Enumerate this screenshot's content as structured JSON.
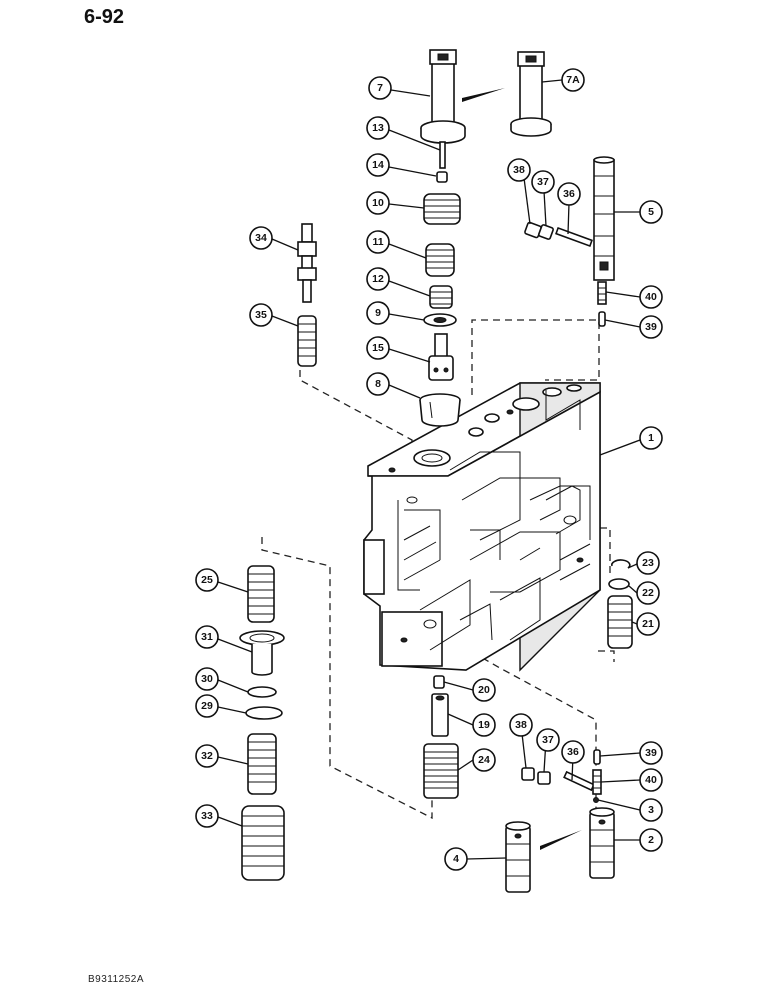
{
  "page_number": "6-92",
  "figure_code": "B9311252A",
  "callouts": [
    {
      "id": "c7",
      "label": "7"
    },
    {
      "id": "c7a",
      "label": "7A"
    },
    {
      "id": "c13",
      "label": "13"
    },
    {
      "id": "c14",
      "label": "14"
    },
    {
      "id": "c10",
      "label": "10"
    },
    {
      "id": "c11",
      "label": "11"
    },
    {
      "id": "c12",
      "label": "12"
    },
    {
      "id": "c9",
      "label": "9"
    },
    {
      "id": "c15",
      "label": "15"
    },
    {
      "id": "c8",
      "label": "8"
    },
    {
      "id": "c34",
      "label": "34"
    },
    {
      "id": "c35",
      "label": "35"
    },
    {
      "id": "c38a",
      "label": "38"
    },
    {
      "id": "c37a",
      "label": "37"
    },
    {
      "id": "c36a",
      "label": "36"
    },
    {
      "id": "c5",
      "label": "5"
    },
    {
      "id": "c40a",
      "label": "40"
    },
    {
      "id": "c39a",
      "label": "39"
    },
    {
      "id": "c1",
      "label": "1"
    },
    {
      "id": "c23",
      "label": "23"
    },
    {
      "id": "c22",
      "label": "22"
    },
    {
      "id": "c21",
      "label": "21"
    },
    {
      "id": "c25",
      "label": "25"
    },
    {
      "id": "c31",
      "label": "31"
    },
    {
      "id": "c30",
      "label": "30"
    },
    {
      "id": "c29",
      "label": "29"
    },
    {
      "id": "c32",
      "label": "32"
    },
    {
      "id": "c33",
      "label": "33"
    },
    {
      "id": "c20",
      "label": "20"
    },
    {
      "id": "c19",
      "label": "19"
    },
    {
      "id": "c24",
      "label": "24"
    },
    {
      "id": "c38b",
      "label": "38"
    },
    {
      "id": "c37b",
      "label": "37"
    },
    {
      "id": "c36b",
      "label": "36"
    },
    {
      "id": "c39b",
      "label": "39"
    },
    {
      "id": "c40b",
      "label": "40"
    },
    {
      "id": "c3",
      "label": "3"
    },
    {
      "id": "c2",
      "label": "2"
    },
    {
      "id": "c4",
      "label": "4"
    }
  ]
}
